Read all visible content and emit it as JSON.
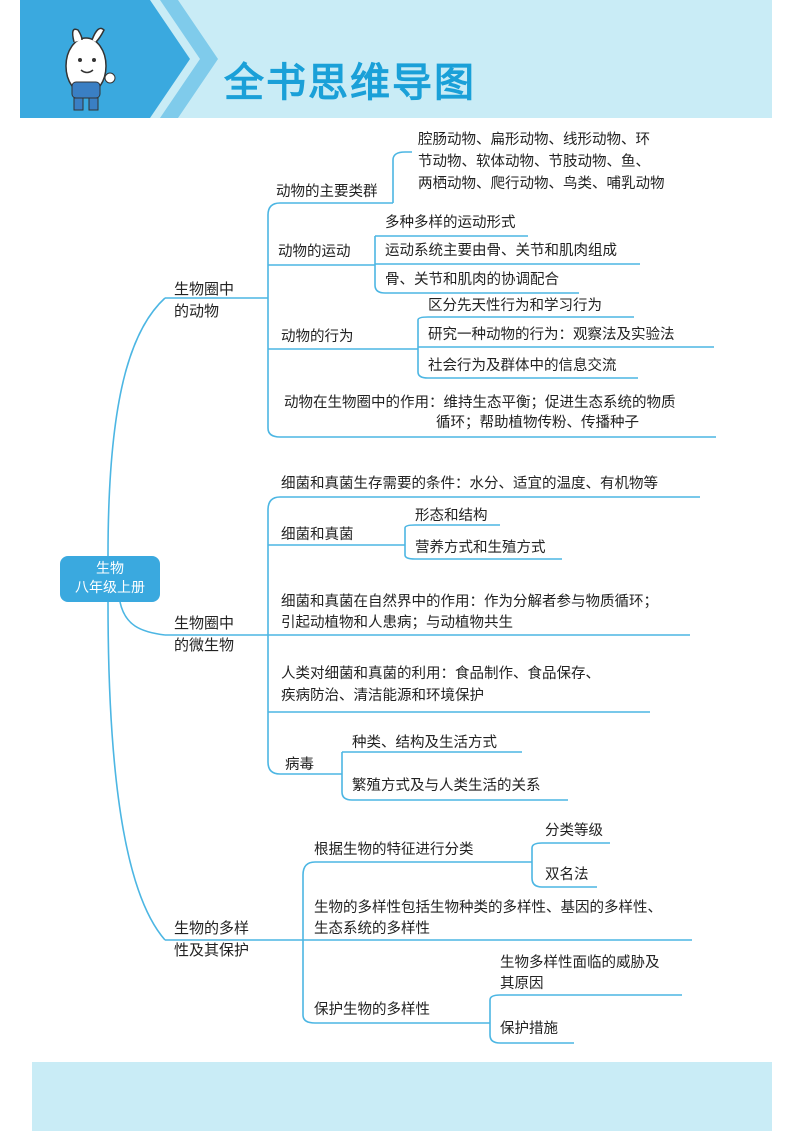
{
  "title": "全书思维导图",
  "root": {
    "line1": "生物",
    "line2": "八年级上册"
  },
  "colors": {
    "accent": "#1aa0d8",
    "band": "#c9ecf6",
    "line": "#4cb6e3"
  },
  "b1": {
    "label1": "生物圈中",
    "label2": "的动物",
    "c1": {
      "label": "动物的主要类群",
      "d1": "腔肠动物、扁形动物、线形动物、环",
      "d2": "节动物、软体动物、节肢动物、鱼、",
      "d3": "两栖动物、爬行动物、鸟类、哺乳动物"
    },
    "c2": {
      "label": "动物的运动",
      "i1": "多种多样的运动形式",
      "i2": "运动系统主要由骨、关节和肌肉组成",
      "i3": "骨、关节和肌肉的协调配合"
    },
    "c3": {
      "label": "动物的行为",
      "i1": "区分先天性行为和学习行为",
      "i2": "研究一种动物的行为：观察法及实验法",
      "i3": "社会行为及群体中的信息交流"
    },
    "c4": {
      "line1": "动物在生物圈中的作用：维持生态平衡；促进生态系统的物质",
      "line2": "循环；帮助植物传粉、传播种子"
    }
  },
  "b2": {
    "label1": "生物圈中",
    "label2": "的微生物",
    "c1": "细菌和真菌生存需要的条件：水分、适宜的温度、有机物等",
    "c2": {
      "label": "细菌和真菌",
      "i1": "形态和结构",
      "i2": "营养方式和生殖方式"
    },
    "c3": {
      "line1": "细菌和真菌在自然界中的作用：作为分解者参与物质循环；",
      "line2": "引起动植物和人患病；与动植物共生"
    },
    "c4": {
      "line1": "人类对细菌和真菌的利用：食品制作、食品保存、",
      "line2": "疾病防治、清洁能源和环境保护"
    },
    "c5": {
      "label": "病毒",
      "i1": "种类、结构及生活方式",
      "i2": "繁殖方式及与人类生活的关系"
    }
  },
  "b3": {
    "label1": "生物的多样",
    "label2": "性及其保护",
    "c1": {
      "label": "根据生物的特征进行分类",
      "i1": "分类等级",
      "i2": "双名法"
    },
    "c2": {
      "line1": "生物的多样性包括生物种类的多样性、基因的多样性、",
      "line2": "生态系统的多样性"
    },
    "c3": {
      "label": "保护生物的多样性",
      "i1a": "生物多样性面临的威胁及",
      "i1b": "其原因",
      "i2": "保护措施"
    }
  }
}
